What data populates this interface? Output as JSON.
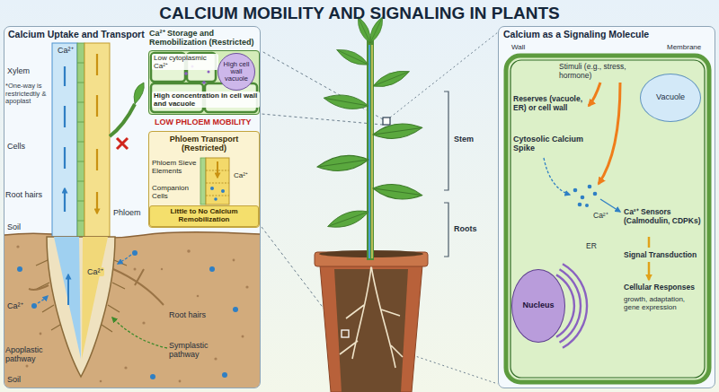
{
  "diagram": {
    "title": "CALCIUM MOBILITY AND SIGNALING IN PLANTS",
    "nodes": [
      {
        "text": [
          "Calcium Uptake and Transport"
        ]
      },
      {
        "text": [
          "Ca²⁺ Storage and Remobilization (Restricted)",
          "Low cytoplasmic Ca²⁺",
          "High concentration in cell wall and vacuole"
        ],
        "in": 0
      },
      {
        "text": [
          "High cell wall vacuole"
        ],
        "in": 1
      },
      {
        "text": [
          "Phloem Transport (Restricted)",
          "Phloem Sieve Elements",
          "Ca²⁺",
          "Companion Cells"
        ],
        "in": 0
      },
      {
        "text": [
          "Little to No Calcium Remobilization"
        ],
        "in": 3
      },
      {
        "text": [
          "Calcium as a Signaling Molecule"
        ]
      },
      {
        "text": [
          "Vacuole"
        ],
        "in": 5
      },
      {
        "text": [
          "Nucleus"
        ],
        "in": 5
      }
    ],
    "labels": [
      "Xylem",
      "Ca²⁺",
      "*One-way is restrictedtly & apoplast",
      "Cells",
      "Root hairs",
      "Phloem",
      "Soil",
      "Ca²⁺",
      "Ca²⁺",
      "Apoplastic pathway",
      "Root hairs",
      "Symplastic pathway",
      "Soil",
      "LOW PHLOEM MOBILITY",
      "Stem",
      "Roots",
      "Wall",
      "Membrane",
      "Stimuli (e.g., stress, hormone)",
      "Reserves (vacuole, ER) or cell wall",
      "Cytosolic Calcium Spike",
      "ER",
      "Ca²⁺",
      "Ca²⁺ Sensors (Calmodulin, CDPKs)",
      "Signal Transduction",
      "Cellular Responses",
      "growth, adaptation, gene expression"
    ]
  }
}
